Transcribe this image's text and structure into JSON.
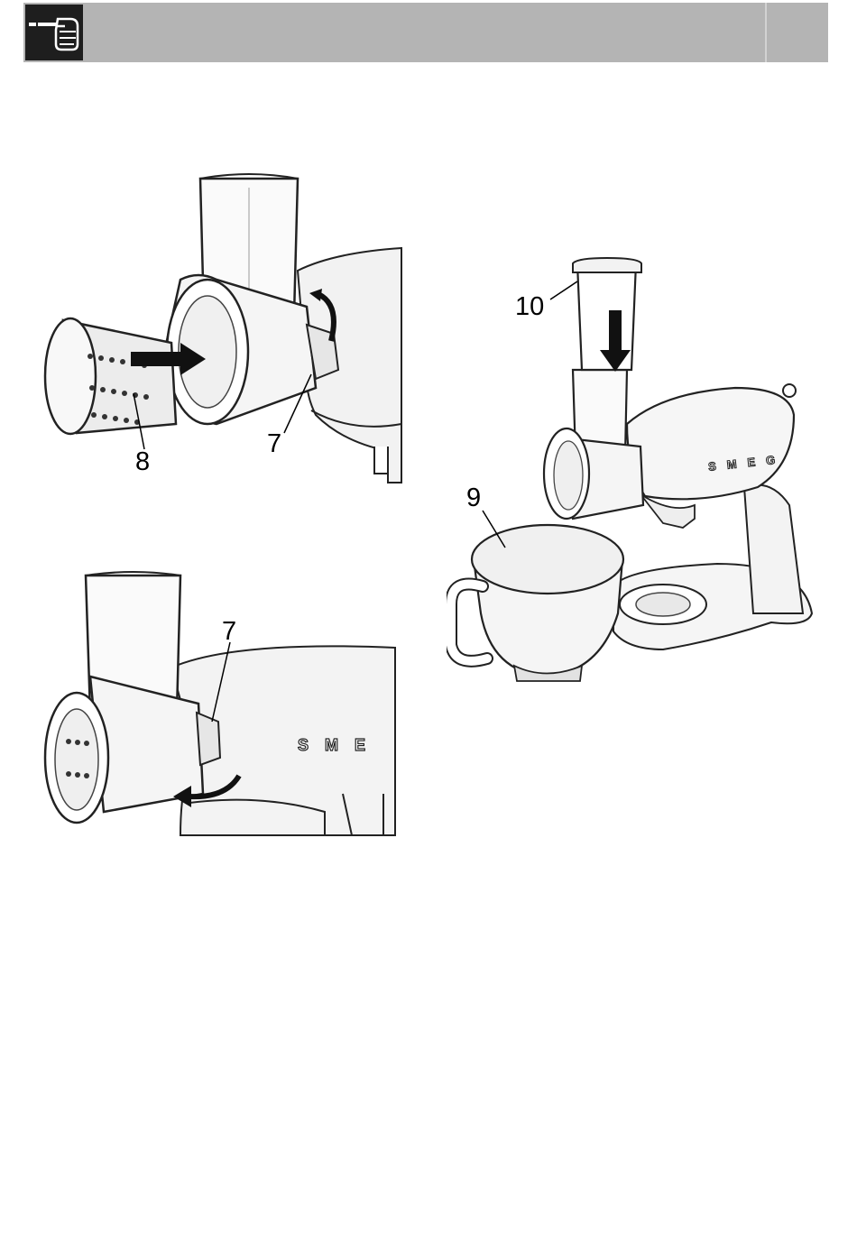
{
  "header": {
    "icon": "pointing-hand-icon",
    "colors": {
      "bar": "#b4b4b4",
      "icon_bg": "#1e1e1e"
    }
  },
  "figure_top_left": {
    "callouts": {
      "blade": "8",
      "lever": "7"
    },
    "icons": [
      "insert-arrow-icon",
      "rotate-arrow-icon"
    ]
  },
  "figure_bottom_left": {
    "callouts": {
      "lever": "7"
    },
    "brand_letters": [
      "S",
      "M",
      "E"
    ],
    "icons": [
      "rotate-arrow-icon"
    ]
  },
  "figure_right": {
    "callouts": {
      "pusher": "10",
      "bowl": "9"
    },
    "brand_letters": [
      "S",
      "M",
      "E",
      "G"
    ],
    "icons": [
      "push-down-arrow-icon"
    ]
  }
}
